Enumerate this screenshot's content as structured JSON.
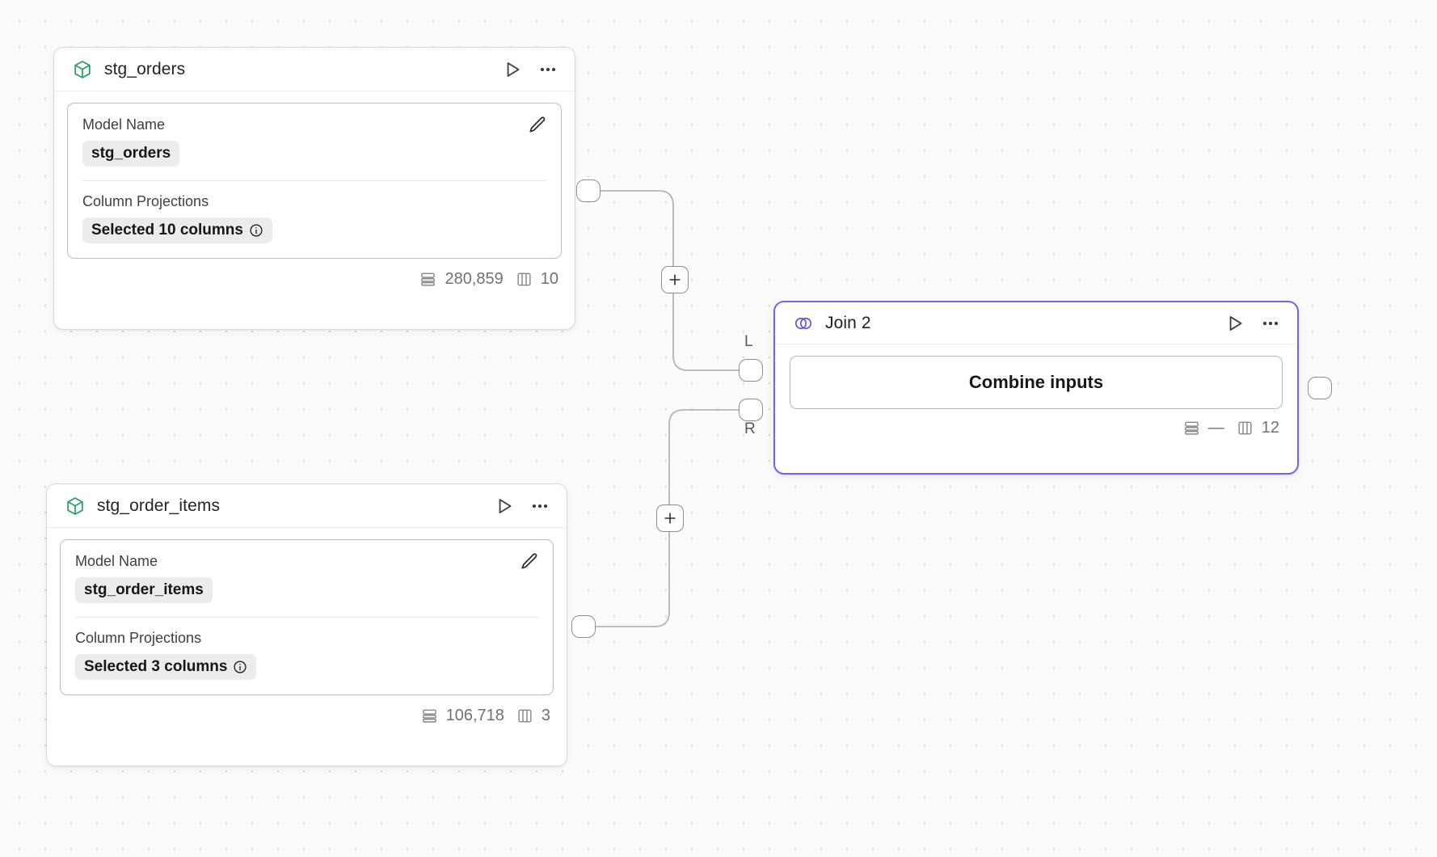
{
  "canvas": {
    "grid": "dotted",
    "background_color": "#fbfbfb",
    "dot_color": "#d2d2d4"
  },
  "nodes": [
    {
      "id": "stg_orders",
      "type": "model",
      "icon": "cube-icon",
      "icon_color": "#2e9e6b",
      "title": "stg_orders",
      "actions": {
        "run_label": "run-icon",
        "more_label": "more-icon"
      },
      "fields": [
        {
          "label": "Model Name",
          "value": "stg_orders",
          "has_info": false
        },
        {
          "label": "Column Projections",
          "value": "Selected 10 columns",
          "has_info": true
        }
      ],
      "edit_icon": "pencil-icon",
      "stats": {
        "rows_icon": "rows-icon",
        "rows": "280,859",
        "cols_icon": "columns-icon",
        "cols": "10"
      }
    },
    {
      "id": "stg_order_items",
      "type": "model",
      "icon": "cube-icon",
      "icon_color": "#2e9e6b",
      "title": "stg_order_items",
      "actions": {
        "run_label": "run-icon",
        "more_label": "more-icon"
      },
      "fields": [
        {
          "label": "Model Name",
          "value": "stg_order_items",
          "has_info": false
        },
        {
          "label": "Column Projections",
          "value": "Selected 3 columns",
          "has_info": true
        }
      ],
      "edit_icon": "pencil-icon",
      "stats": {
        "rows_icon": "rows-icon",
        "rows": "106,718",
        "cols_icon": "columns-icon",
        "cols": "3"
      }
    },
    {
      "id": "join_2",
      "type": "join",
      "icon": "venn-icon",
      "icon_color": "#5b4ae0",
      "border_color": "#7b61f0",
      "selected": true,
      "title": "Join 2",
      "actions": {
        "run_label": "run-icon",
        "more_label": "more-icon"
      },
      "button_label": "Combine inputs",
      "stats": {
        "rows_icon": "rows-icon",
        "rows": "—",
        "cols_icon": "columns-icon",
        "cols": "12"
      }
    }
  ],
  "ports": {
    "stg_orders_out": "output-port",
    "stg_order_items_out": "output-port",
    "join_left_label": "L",
    "join_right_label": "R",
    "join_out": "output-port"
  },
  "edge_buttons": [
    {
      "label": "+",
      "name": "add-node-on-edge-top"
    },
    {
      "label": "+",
      "name": "add-node-on-edge-bottom"
    }
  ]
}
